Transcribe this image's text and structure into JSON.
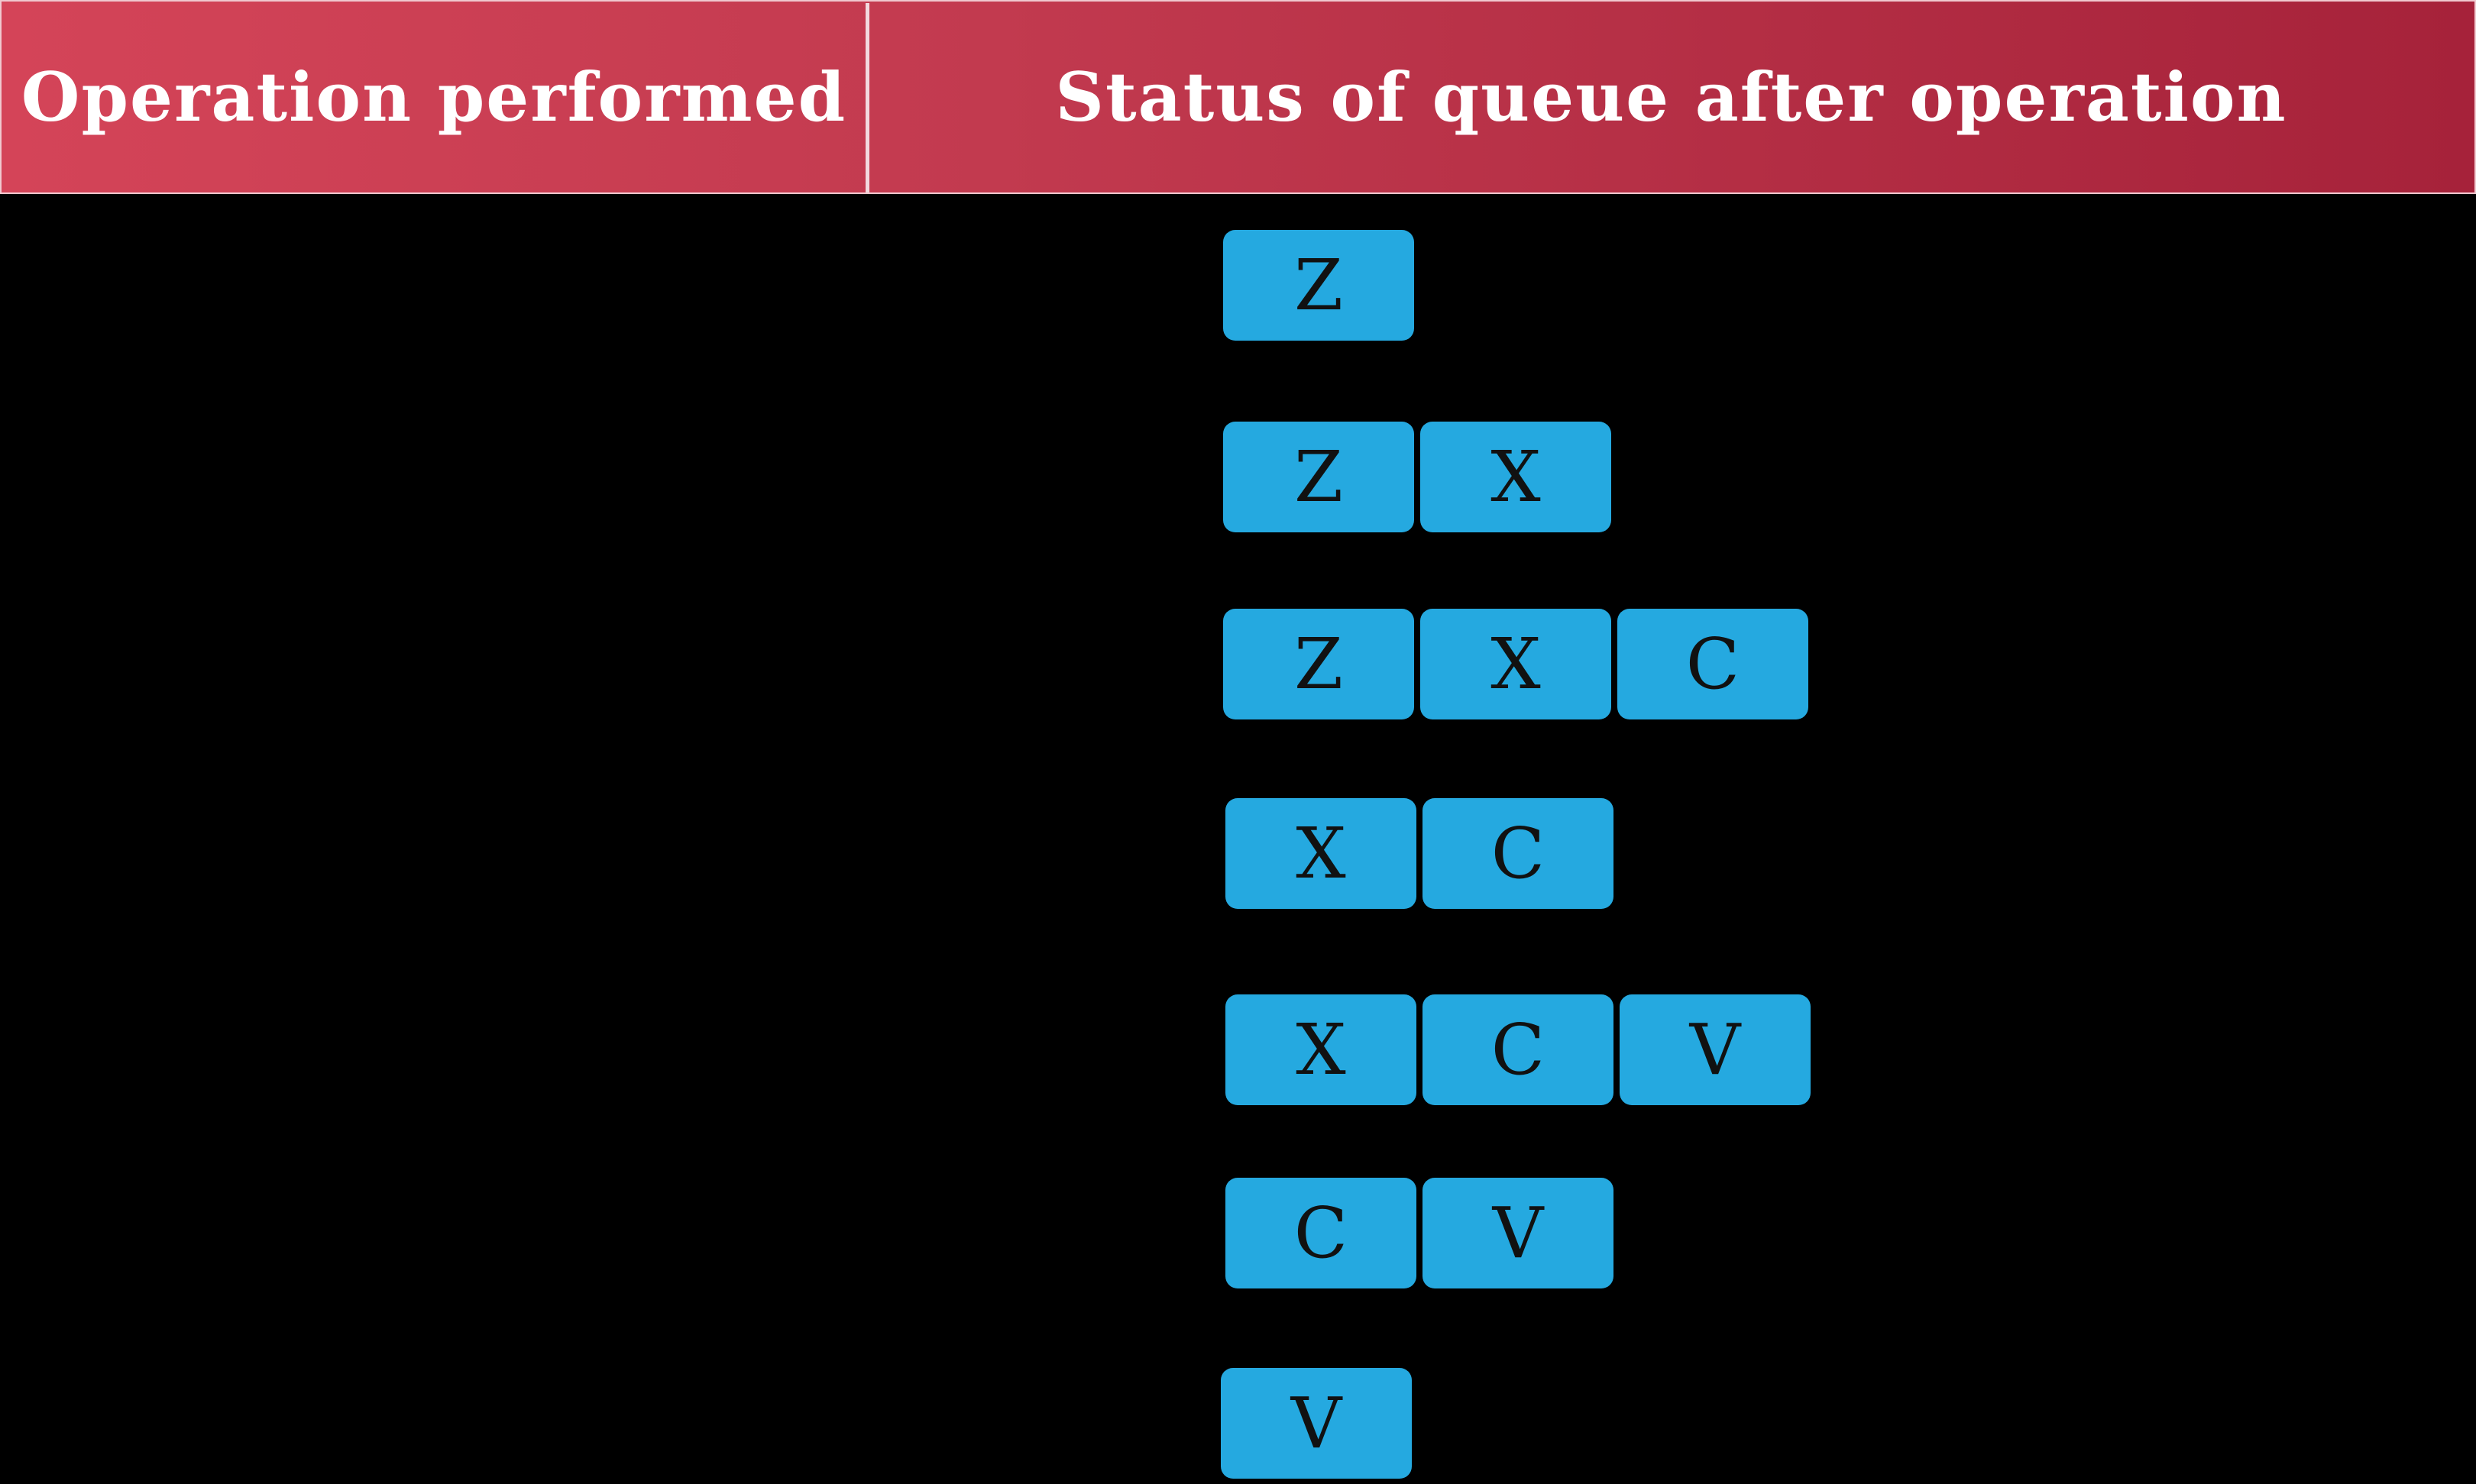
{
  "table": {
    "header": {
      "operation_label": "Operation performed",
      "status_label": "Status of queue after operation"
    },
    "colors": {
      "header_gradient_start": "#d44458",
      "header_gradient_end": "#a6223a",
      "queue_box": "#25a9e0",
      "background": "#000000"
    },
    "rows": [
      {
        "operation": "",
        "queue": [
          "Z"
        ]
      },
      {
        "operation": "",
        "queue": [
          "Z",
          "X"
        ]
      },
      {
        "operation": "",
        "queue": [
          "Z",
          "X",
          "C"
        ]
      },
      {
        "operation": "",
        "queue": [
          "X",
          "C"
        ]
      },
      {
        "operation": "",
        "queue": [
          "X",
          "C",
          "V"
        ]
      },
      {
        "operation": "",
        "queue": [
          "C",
          "V"
        ]
      },
      {
        "operation": "",
        "queue": [
          "V"
        ]
      }
    ]
  }
}
